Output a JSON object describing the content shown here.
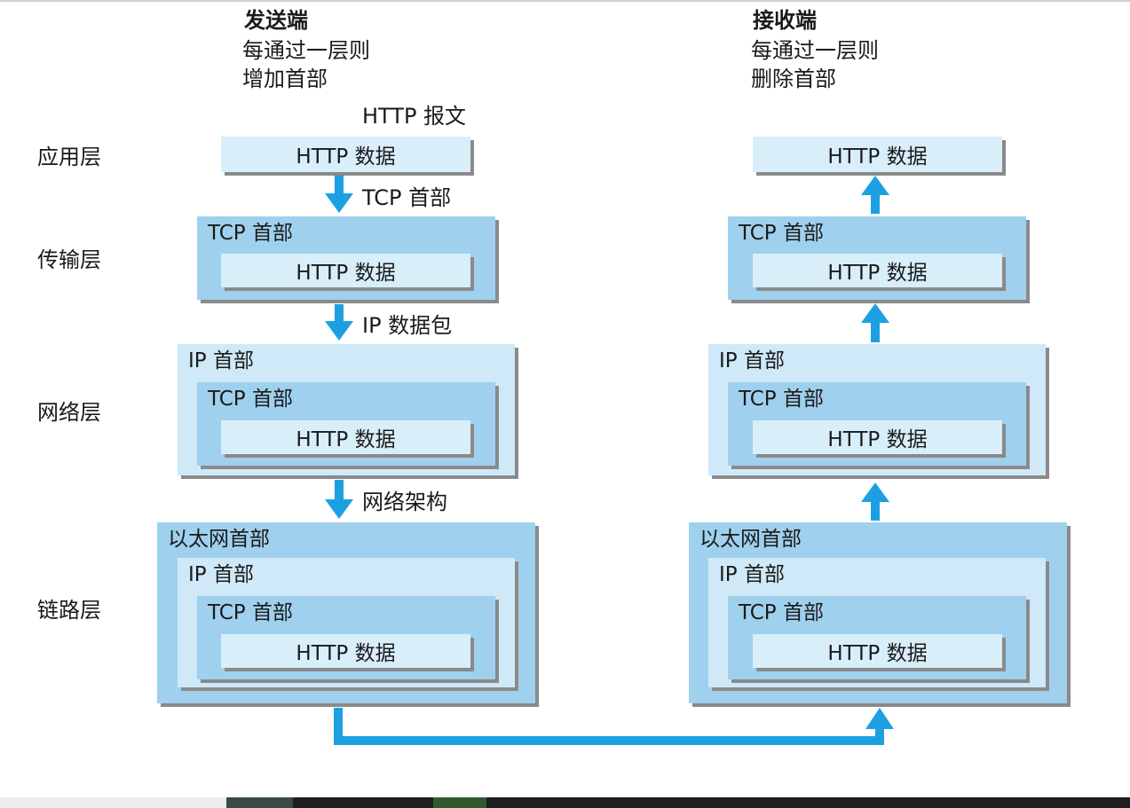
{
  "sender": {
    "title": "发送端",
    "line1": "每通过一层则",
    "line2": "增加首部"
  },
  "receiver": {
    "title": "接收端",
    "line1": "每通过一层则",
    "line2": "删除首部"
  },
  "layers": {
    "app": "应用层",
    "transport": "传输层",
    "network": "网络层",
    "link": "链路层"
  },
  "annotations": {
    "http_message": "HTTP 报文",
    "tcp_header": "TCP 首部",
    "ip_packet": "IP 数据包",
    "network_arch": "网络架构"
  },
  "labels": {
    "http_data": "HTTP 数据",
    "tcp_header": "TCP 首部",
    "ip_header": "IP 首部",
    "eth_header": "以太网首部"
  },
  "colors": {
    "arrow": "#1da0e2",
    "outer_box": "#9fd0ee",
    "ip_box": "#cfe9f8",
    "http_box": "#d8eef9"
  }
}
